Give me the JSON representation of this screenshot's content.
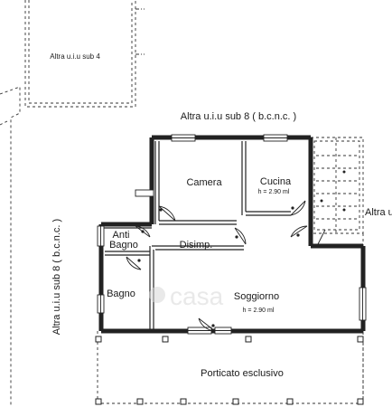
{
  "labels": {
    "neighbor_top": "Altra u.i.u sub 4",
    "neighbor_top_right": "Altra u.i.u sub 8 ( b.c.n.c. )",
    "neighbor_left": "Altra u.i.u sub 8 ( b.c.n.c. )",
    "neighbor_right": "Altra u"
  },
  "rooms": {
    "camera": {
      "name": "Camera"
    },
    "cucina": {
      "name": "Cucina",
      "height": "h = 2.90 ml"
    },
    "anti_bagno": {
      "name_line1": "Anti",
      "name_line2": "Bagno"
    },
    "disimpegno": {
      "name": "Disimp."
    },
    "bagno": {
      "name": "Bagno"
    },
    "soggiorno": {
      "name": "Soggiorno",
      "height": "h = 2.90 ml"
    },
    "porticato": {
      "name": "Porticato esclusivo"
    }
  },
  "watermark": {
    "text": "casa"
  },
  "colors": {
    "line": "#222222",
    "background": "#ffffff",
    "watermark": "#d8d8d8"
  }
}
